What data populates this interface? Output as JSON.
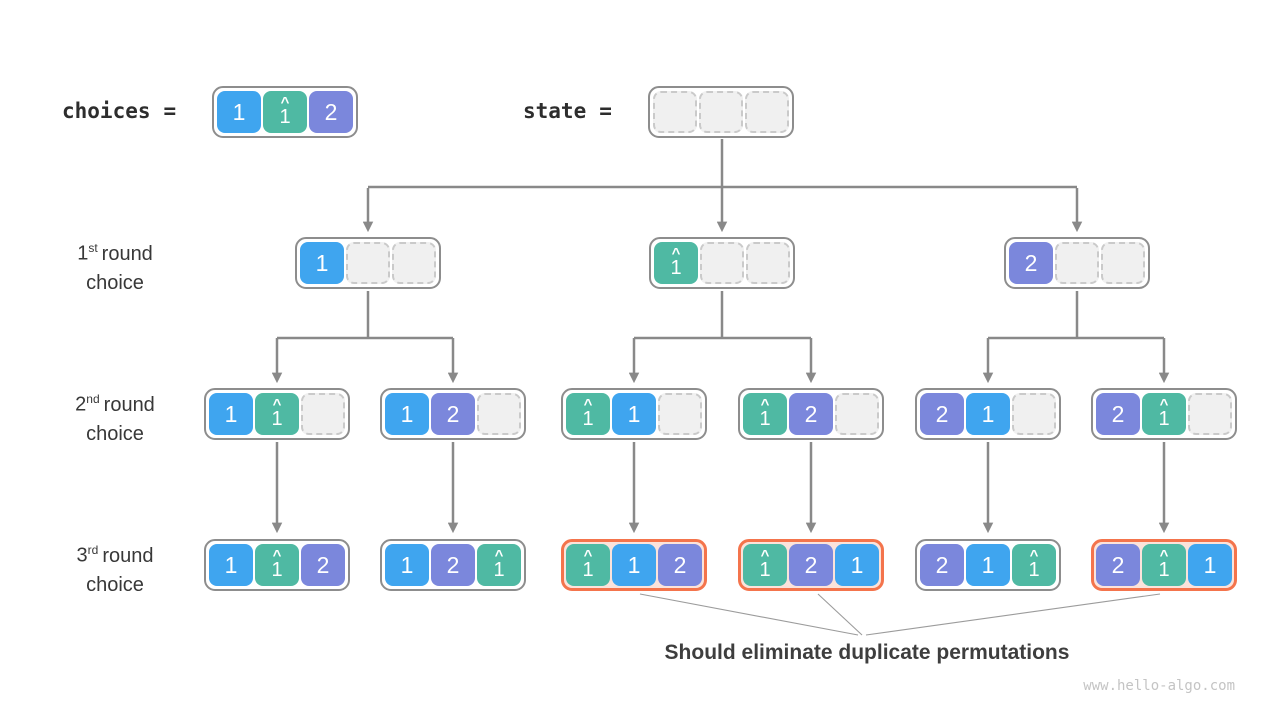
{
  "palette": {
    "blue": "#3fa5ef",
    "teal": "#4fb9a3",
    "purple": "#7b87dc",
    "border": "#8d8d8d",
    "arrow": "#898989",
    "empty_fill": "#f0f0f0",
    "empty_border": "#cacaca",
    "dup_border": "#f4744c",
    "dup_fill": "#fbe3db"
  },
  "glyphs": {
    "hat": "^",
    "hat_base": "1"
  },
  "header": {
    "choices_label": "choices",
    "equals": "=",
    "state_label": "state"
  },
  "row_labels": [
    {
      "num": "1",
      "sup": "st",
      "rest": "round",
      "line2": "choice"
    },
    {
      "num": "2",
      "sup": "nd",
      "rest": "round",
      "line2": "choice"
    },
    {
      "num": "3",
      "sup": "rd",
      "rest": "round",
      "line2": "choice"
    }
  ],
  "boxes": {
    "legend_choices": {
      "cells": [
        "1",
        "1^",
        "2"
      ]
    },
    "legend_state": {
      "cells": [
        "",
        "",
        ""
      ]
    },
    "r1": [
      {
        "cells": [
          "1",
          "",
          ""
        ]
      },
      {
        "cells": [
          "1^",
          "",
          ""
        ]
      },
      {
        "cells": [
          "2",
          "",
          ""
        ]
      }
    ],
    "r2": [
      {
        "cells": [
          "1",
          "1^",
          ""
        ]
      },
      {
        "cells": [
          "1",
          "2",
          ""
        ]
      },
      {
        "cells": [
          "1^",
          "1",
          ""
        ]
      },
      {
        "cells": [
          "1^",
          "2",
          ""
        ]
      },
      {
        "cells": [
          "2",
          "1",
          ""
        ]
      },
      {
        "cells": [
          "2",
          "1^",
          ""
        ]
      }
    ],
    "r3": [
      {
        "cells": [
          "1",
          "1^",
          "2"
        ],
        "duplicate": false
      },
      {
        "cells": [
          "1",
          "2",
          "1^"
        ],
        "duplicate": false
      },
      {
        "cells": [
          "1^",
          "1",
          "2"
        ],
        "duplicate": true
      },
      {
        "cells": [
          "1^",
          "2",
          "1"
        ],
        "duplicate": true
      },
      {
        "cells": [
          "2",
          "1",
          "1^"
        ],
        "duplicate": false
      },
      {
        "cells": [
          "2",
          "1^",
          "1"
        ],
        "duplicate": true
      }
    ]
  },
  "note": "Should eliminate duplicate permutations",
  "watermark": "www.hello-algo.com"
}
